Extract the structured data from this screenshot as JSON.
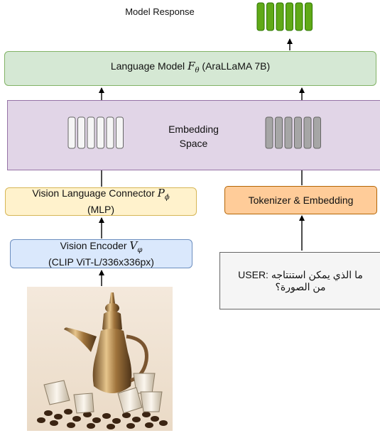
{
  "diagram": {
    "title": "Model Response",
    "language_model": {
      "label": "Language Model",
      "symbol": "F",
      "subscript": "θ",
      "suffix": "(AraLLaMA 7B)"
    },
    "embedding_space": {
      "line1": "Embedding",
      "line2": "Space"
    },
    "connector": {
      "label": "Vision Language Connector",
      "symbol": "P",
      "subscript": "ϕ",
      "line2": "(MLP)"
    },
    "encoder": {
      "label": "Vision Encoder",
      "symbol": "V",
      "subscript": "φ",
      "line2": "(CLIP ViT-L/336x336px)"
    },
    "tokenizer": {
      "label": "Tokenizer & Embedding"
    },
    "user_prompt": {
      "line1": "USER: ما الذي يمكن استنتاجه",
      "line2": "من الصورة؟"
    },
    "colors": {
      "output_tokens": "#60a917",
      "image_tokens": "#f5f5f5",
      "text_tokens": "#a6a6a6",
      "language_model_fill": "#d5e8d4",
      "embedding_fill": "#e1d5e7",
      "connector_fill": "#fff2cc",
      "encoder_fill": "#dae8fc",
      "tokenizer_fill": "#ffcc99"
    },
    "input_image": {
      "subject": "dallah-coffee-pot-with-cups-and-coffee-beans"
    }
  }
}
